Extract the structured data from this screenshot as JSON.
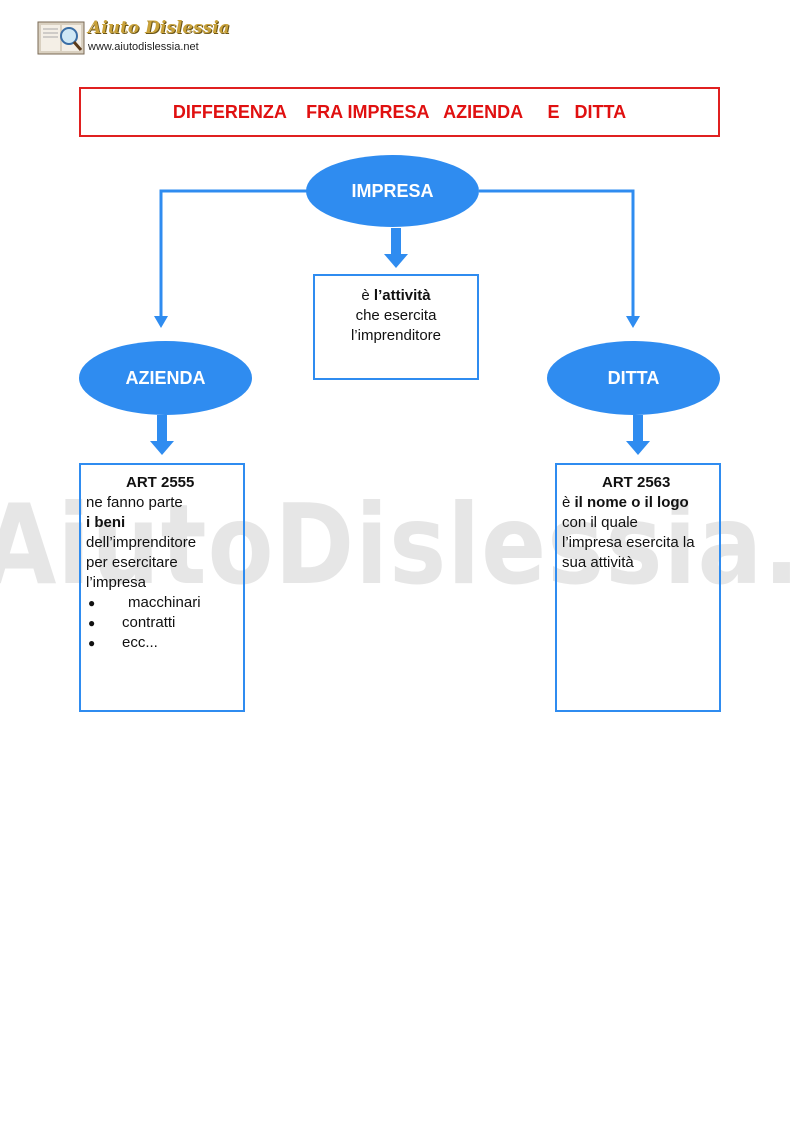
{
  "logo": {
    "title": "Aiuto Dislessia",
    "url": "www.aiutodislessia.net"
  },
  "title": "DIFFERENZA    FRA IMPRESA   AZIENDA     E   DITTA",
  "watermark": "By AiutoDislessia.net",
  "colors": {
    "accent": "#2f8cf0",
    "title_red": "#e01010"
  },
  "nodes": {
    "impresa": {
      "label": "IMPRESA",
      "definition": {
        "prefix": "è ",
        "bold": "l’attività",
        "line2": "che esercita",
        "line3": "l’imprenditore"
      }
    },
    "azienda": {
      "label": "AZIENDA",
      "article": "ART 2555",
      "lines": [
        "ne fanno parte"
      ],
      "bold_line": "i beni",
      "lines_after": [
        "dell’imprenditore",
        "per esercitare",
        "l’impresa"
      ],
      "bullets": [
        "macchinari",
        "contratti",
        "ecc..."
      ]
    },
    "ditta": {
      "label": "DITTA",
      "article": "ART 2563",
      "prefix": "è ",
      "bold": "il nome o il logo",
      "lines": [
        "con il quale",
        "l’impresa esercita la",
        "sua attività"
      ]
    }
  }
}
